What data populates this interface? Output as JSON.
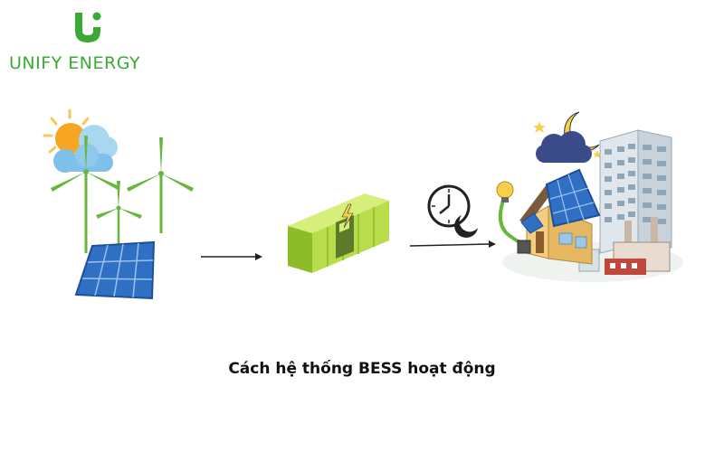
{
  "logo": {
    "name": "UNIFY ENERGY",
    "brand_color": "#3aaa35",
    "mark_color": "#3aaa35"
  },
  "diagram": {
    "nodes": [
      {
        "id": "renewable-sources",
        "icons": [
          "sun-icon",
          "cloud-icon",
          "wind-turbine-icon",
          "solar-panel-icon"
        ]
      },
      {
        "id": "battery-storage",
        "icons": [
          "battery-rack-icon",
          "lightning-icon"
        ]
      },
      {
        "id": "consumers",
        "icons": [
          "moon-icon",
          "house-icon",
          "building-icon",
          "factory-icon",
          "lamp-icon"
        ]
      }
    ],
    "connectors": [
      {
        "from": "renewable-sources",
        "to": "battery-storage",
        "icon": "arrow-right-icon"
      },
      {
        "from": "battery-storage",
        "to": "consumers",
        "icon": "arrow-right-icon",
        "label_icon": "clock-icon"
      }
    ],
    "colors": {
      "sun": "#f6a623",
      "cloud": "#8fc9ec",
      "turbine": "#67b73a",
      "solar_panel": "#2f6fc4",
      "battery": "#b9dc4a",
      "battery_dark": "#8cbc2a",
      "arrow": "#222222",
      "night": "#3b4b8a",
      "moon": "#f5d14a"
    }
  },
  "caption": "Cách hệ thống BESS hoạt động"
}
